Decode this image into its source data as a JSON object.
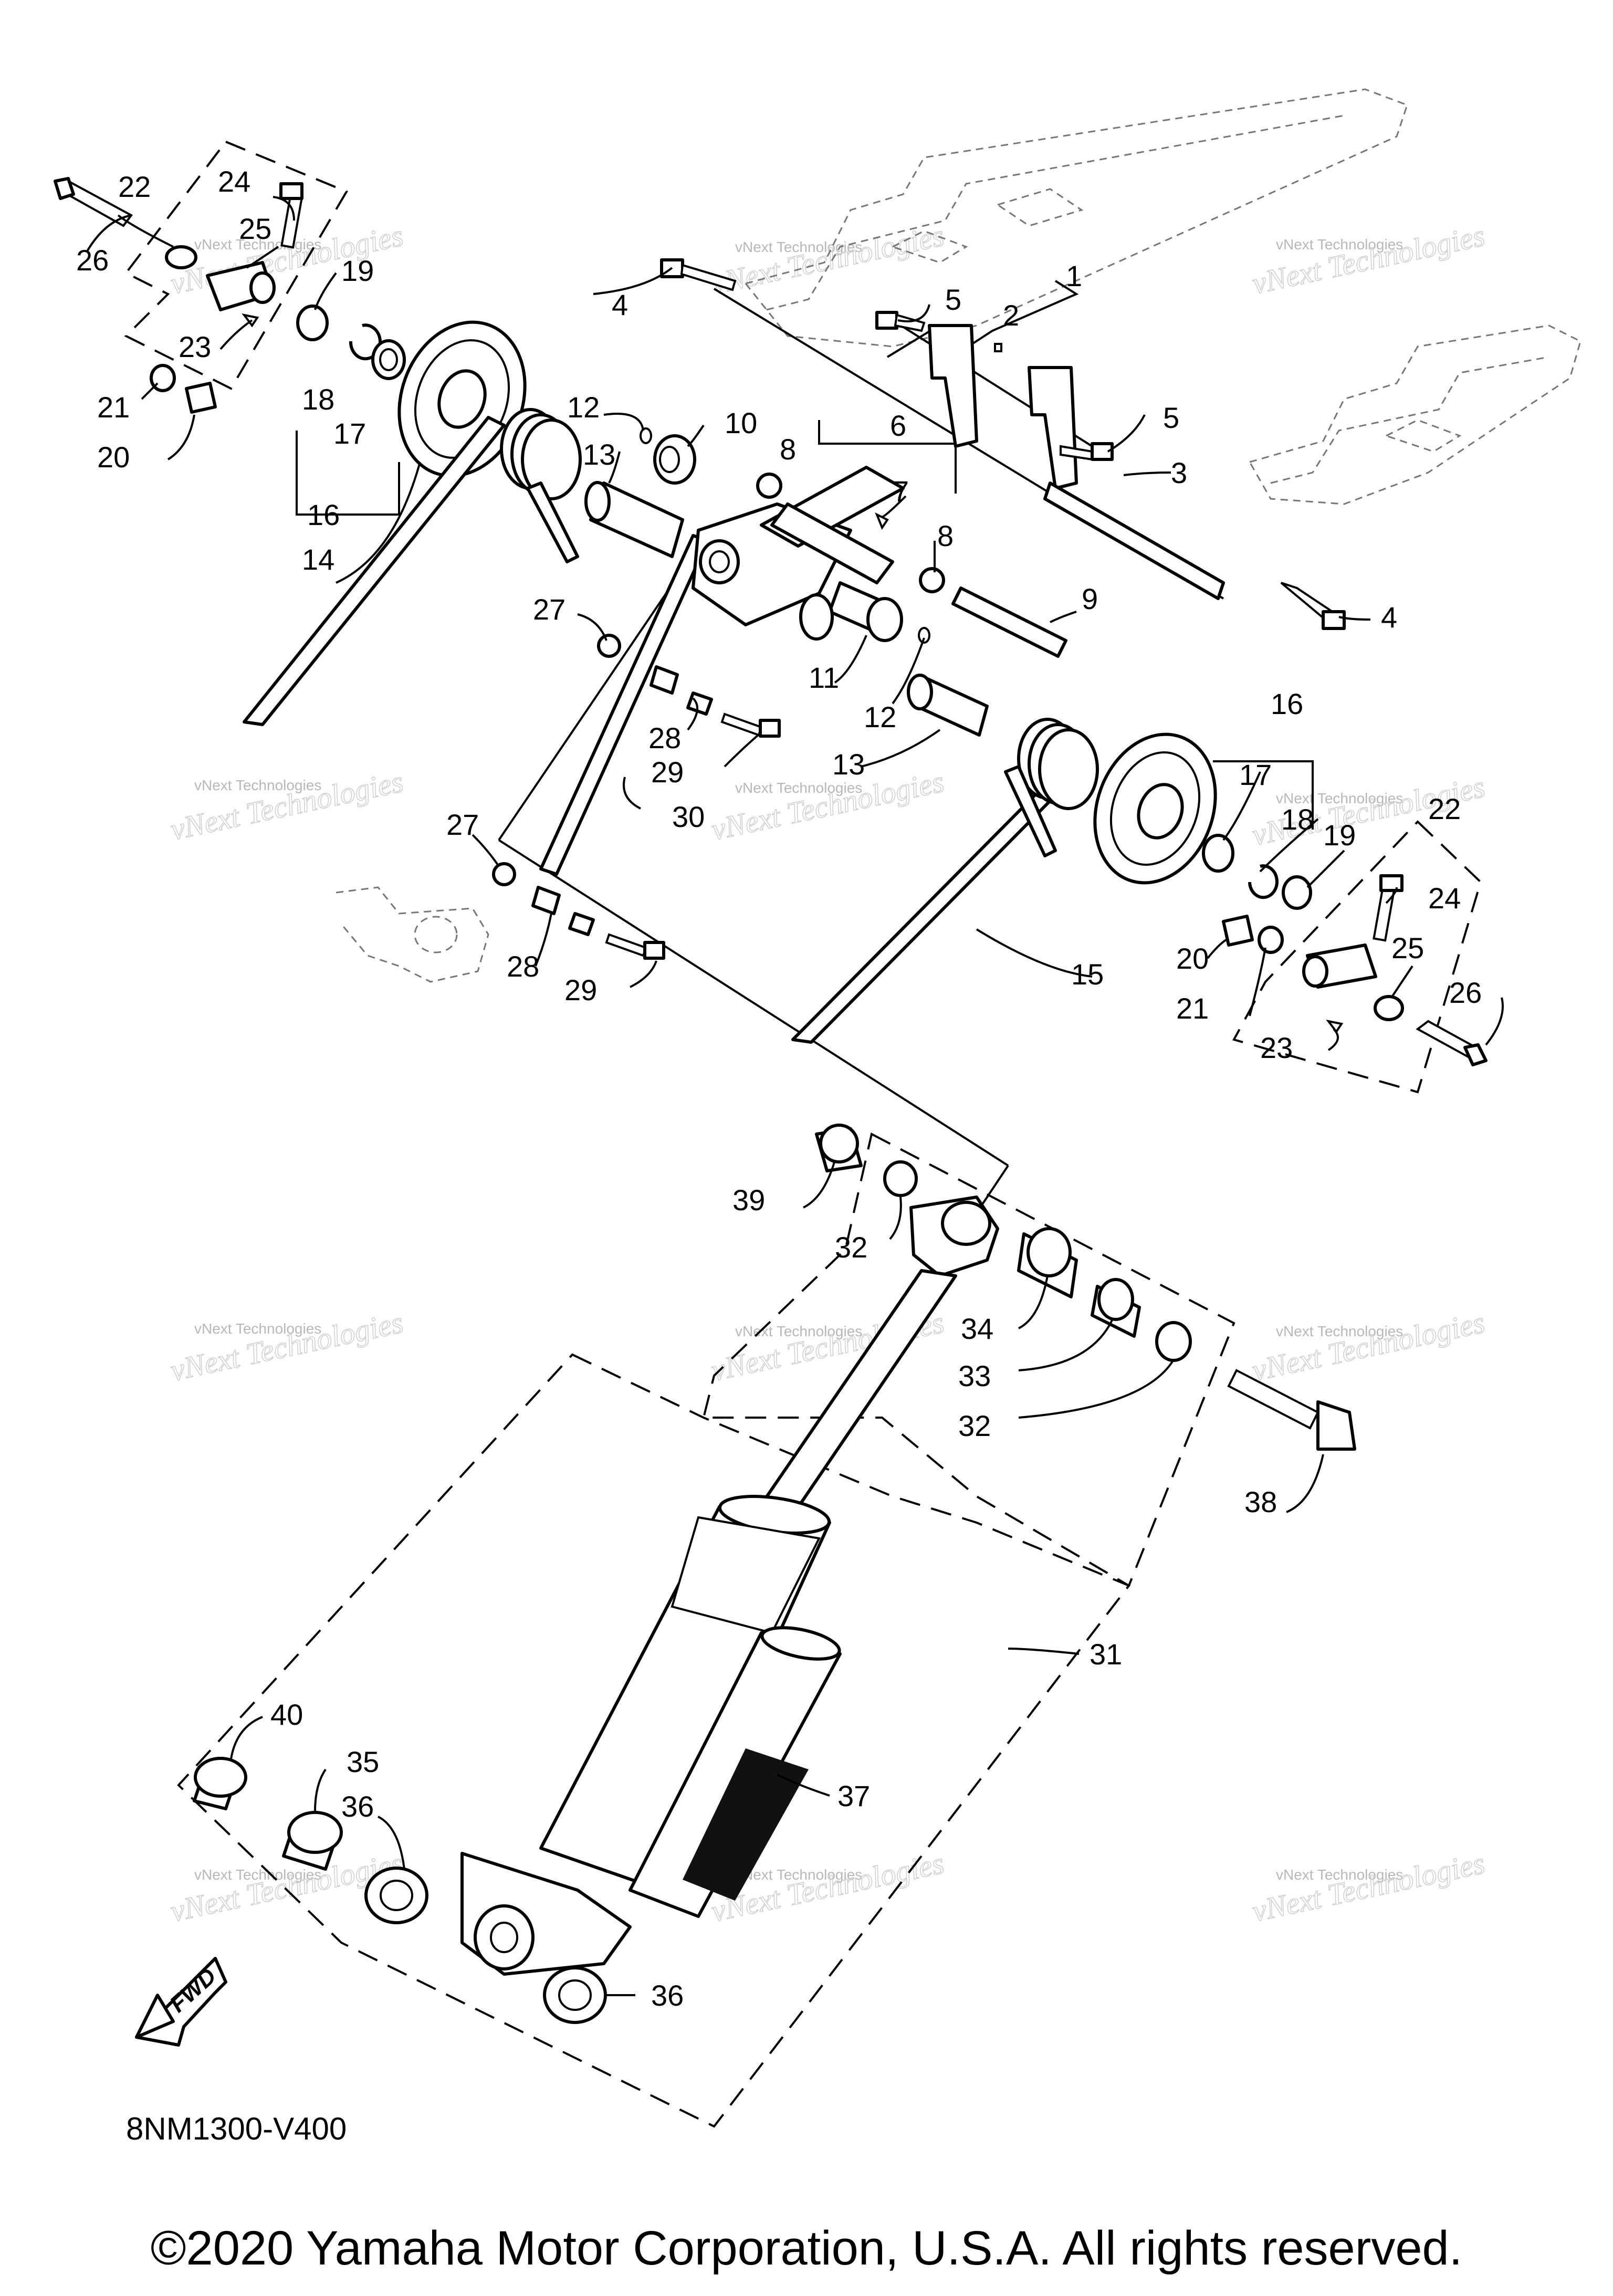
{
  "diagram": {
    "code": "8NM1300-V400",
    "copyright": "©2020 Yamaha Motor Corporation, U.S.A. All rights reserved.",
    "fwd_label": "FWD",
    "watermark_small": "vNext Technologies",
    "watermark_large": "vNext Technologies",
    "callouts": [
      {
        "id": "c1",
        "label": "1"
      },
      {
        "id": "c2",
        "label": "2"
      },
      {
        "id": "c3",
        "label": "3"
      },
      {
        "id": "c4a",
        "label": "4"
      },
      {
        "id": "c4b",
        "label": "4"
      },
      {
        "id": "c5a",
        "label": "5"
      },
      {
        "id": "c5b",
        "label": "5"
      },
      {
        "id": "c6",
        "label": "6"
      },
      {
        "id": "c7",
        "label": "7"
      },
      {
        "id": "c8a",
        "label": "8"
      },
      {
        "id": "c8b",
        "label": "8"
      },
      {
        "id": "c9",
        "label": "9"
      },
      {
        "id": "c10",
        "label": "10"
      },
      {
        "id": "c11",
        "label": "11"
      },
      {
        "id": "c12a",
        "label": "12"
      },
      {
        "id": "c12b",
        "label": "12"
      },
      {
        "id": "c13a",
        "label": "13"
      },
      {
        "id": "c13b",
        "label": "13"
      },
      {
        "id": "c14",
        "label": "14"
      },
      {
        "id": "c15",
        "label": "15"
      },
      {
        "id": "c16a",
        "label": "16"
      },
      {
        "id": "c16b",
        "label": "16"
      },
      {
        "id": "c17a",
        "label": "17"
      },
      {
        "id": "c17b",
        "label": "17"
      },
      {
        "id": "c18a",
        "label": "18"
      },
      {
        "id": "c18b",
        "label": "18"
      },
      {
        "id": "c19a",
        "label": "19"
      },
      {
        "id": "c19b",
        "label": "19"
      },
      {
        "id": "c20a",
        "label": "20"
      },
      {
        "id": "c20b",
        "label": "20"
      },
      {
        "id": "c21a",
        "label": "21"
      },
      {
        "id": "c21b",
        "label": "21"
      },
      {
        "id": "c22a",
        "label": "22"
      },
      {
        "id": "c22b",
        "label": "22"
      },
      {
        "id": "c23a",
        "label": "23"
      },
      {
        "id": "c23b",
        "label": "23"
      },
      {
        "id": "c24a",
        "label": "24"
      },
      {
        "id": "c24b",
        "label": "24"
      },
      {
        "id": "c25a",
        "label": "25"
      },
      {
        "id": "c25b",
        "label": "25"
      },
      {
        "id": "c26a",
        "label": "26"
      },
      {
        "id": "c26b",
        "label": "26"
      },
      {
        "id": "c27a",
        "label": "27"
      },
      {
        "id": "c27b",
        "label": "27"
      },
      {
        "id": "c28a",
        "label": "28"
      },
      {
        "id": "c28b",
        "label": "28"
      },
      {
        "id": "c29a",
        "label": "29"
      },
      {
        "id": "c29b",
        "label": "29"
      },
      {
        "id": "c30",
        "label": "30"
      },
      {
        "id": "c31",
        "label": "31"
      },
      {
        "id": "c32a",
        "label": "32"
      },
      {
        "id": "c32b",
        "label": "32"
      },
      {
        "id": "c33",
        "label": "33"
      },
      {
        "id": "c34",
        "label": "34"
      },
      {
        "id": "c35",
        "label": "35"
      },
      {
        "id": "c36a",
        "label": "36"
      },
      {
        "id": "c36b",
        "label": "36"
      },
      {
        "id": "c37",
        "label": "37"
      },
      {
        "id": "c38",
        "label": "38"
      },
      {
        "id": "c39",
        "label": "39"
      },
      {
        "id": "c40",
        "label": "40"
      }
    ]
  }
}
